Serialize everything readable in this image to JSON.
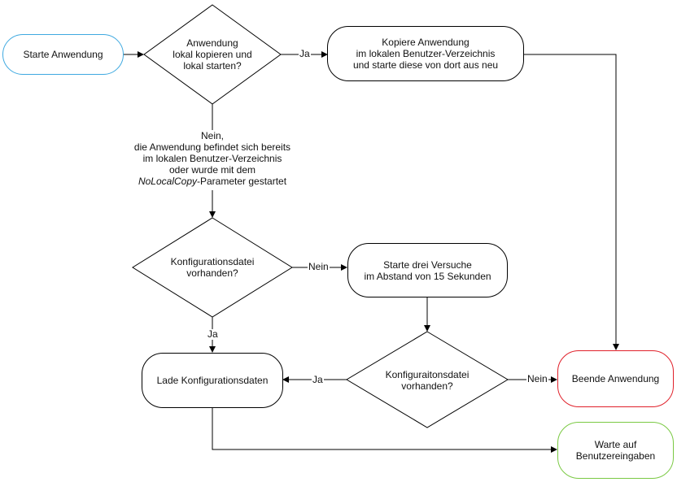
{
  "nodes": {
    "start": "Starte Anwendung",
    "decision_local_copy": "Anwendung\nlokal kopieren und\nlokal starten?",
    "copy_app": "Kopiere Anwendung\nim lokalen Benutzer-Verzeichnis\nund starte diese von dort aus neu",
    "no_note_line1": "Nein,",
    "no_note_line2": "die Anwendung befindet sich bereits",
    "no_note_line3": "im lokalen Benutzer-Verzeichnis",
    "no_note_line4": "oder wurde mit dem",
    "no_note_param": "NoLocalCopy",
    "no_note_suffix": "-Parameter gestartet",
    "decision_config_1": "Konfigurationsdatei\nvorhanden?",
    "retry": "Starte drei Versuche\nim Abstand von 15 Sekunden",
    "decision_config_2": "Konfiguraitonsdatei\nvorhanden?",
    "load_config": "Lade Konfigurationsdaten",
    "end_app": "Beende Anwendung",
    "wait_input": "Warte auf\nBenutzereingaben"
  },
  "edge_labels": {
    "ja_copy": "Ja",
    "nein_retry": "Nein",
    "ja_load": "Ja",
    "ja_load_from_retry": "Ja",
    "nein_end": "Nein"
  },
  "colors": {
    "start_border": "#3fa9e0",
    "end_border": "#e0202a",
    "wait_border": "#7ac943"
  }
}
